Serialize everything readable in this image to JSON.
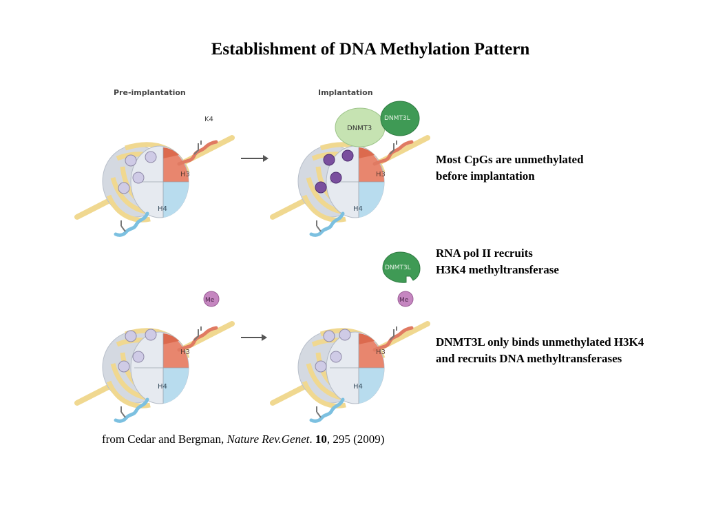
{
  "title": "Establishment of DNA Methylation Pattern",
  "panel_labels": {
    "pre_implantation": "Pre-implantation",
    "implantation": "Implantation"
  },
  "histone_labels": {
    "h3": "H3",
    "h4": "H4",
    "k4": "K4",
    "me": "Me",
    "dnmt3": "DNMT3",
    "dnmt3l": "DNMT3L"
  },
  "notes": [
    [
      "Most CpGs are unmethylated",
      "before implantation"
    ],
    [
      "RNA pol II recruits",
      "H3K4 methyltransferase"
    ],
    [
      "DNMT3L only binds unmethylated H3K4",
      "and recruits DNA methyltransferases"
    ]
  ],
  "citation": {
    "prefix": "from Cedar and Bergman, ",
    "journal": "Nature Rev.Genet",
    "sep": ". ",
    "volume": "10",
    "rest": ", 295 (2009)"
  },
  "colors": {
    "dna": "#f0d890",
    "h3": "#e8866e",
    "h3_dark": "#dc6a4e",
    "h4": "#b8dcee",
    "h4_tail": "#7cc0e0",
    "nucleosome": "#e6eaf0",
    "methyl_cpg": "#7a4f9e",
    "unmethyl_cpg": "#cfcbe6",
    "dnmt3": "#c6e3b2",
    "dnmt3l": "#3f9a55",
    "me_tag": "#c586c0"
  }
}
